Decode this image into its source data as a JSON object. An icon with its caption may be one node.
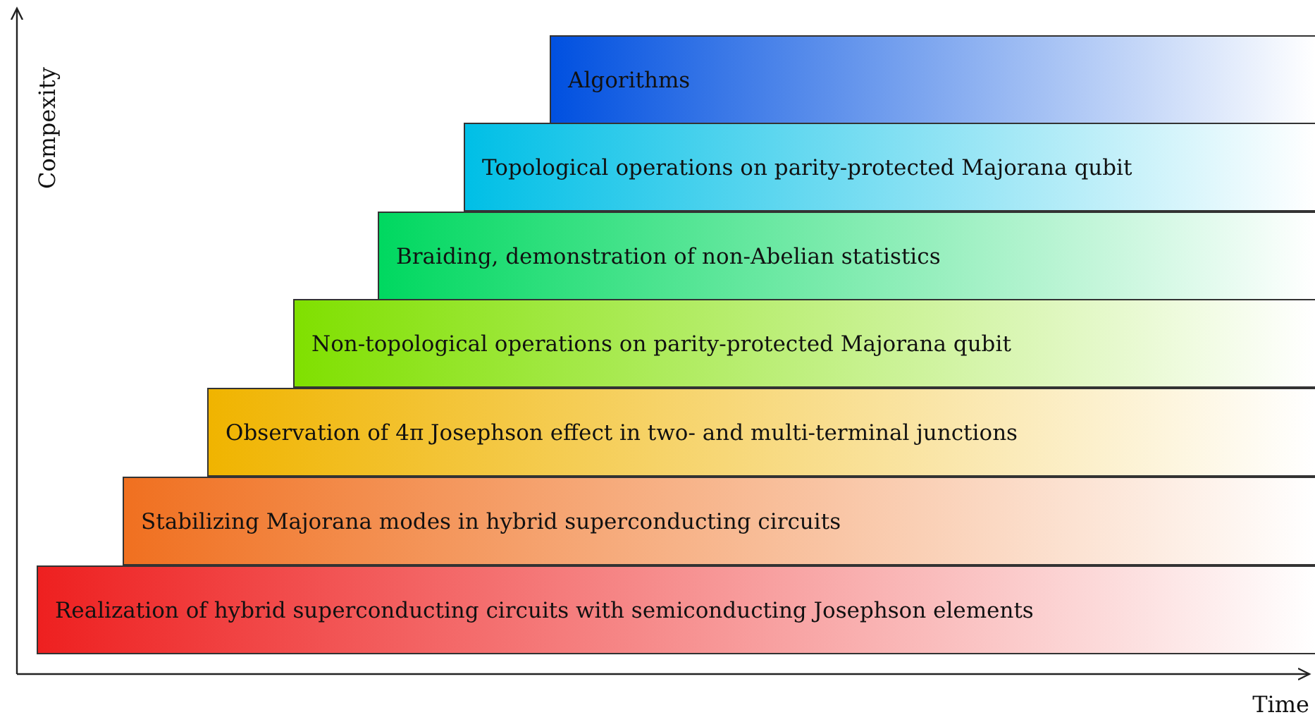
{
  "diagram": {
    "nodes": [
      {
        "text": [
          "Algorithms"
        ]
      },
      {
        "text": [
          "Topological operations on parity-protected Majorana qubit"
        ]
      },
      {
        "text": [
          "Braiding, demonstration of non-Abelian statistics"
        ]
      },
      {
        "text": [
          "Non-topological operations on parity-protected Majorana qubit"
        ]
      },
      {
        "text": [
          "Observation of 4π Josephson effect in two- and multi-terminal junctions"
        ]
      },
      {
        "text": [
          "Stabilizing Majorana modes in hybrid superconducting circuits"
        ]
      },
      {
        "text": [
          "Realization of hybrid superconducting circuits with semiconducting Josephson elements"
        ]
      }
    ],
    "labels": [
      "Compexity",
      "Time"
    ]
  }
}
